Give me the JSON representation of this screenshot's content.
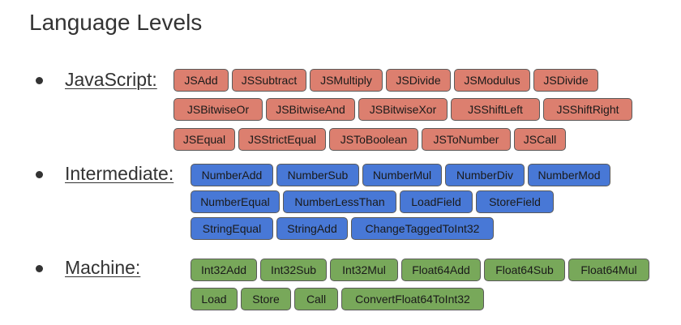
{
  "title": "Language Levels",
  "colors": {
    "javascript": "#dc7f6f",
    "intermediate": "#4878d6",
    "machine": "#78a85a"
  },
  "levels": {
    "javascript": {
      "label": "JavaScript:",
      "ops": [
        "JSAdd",
        "JSSubtract",
        "JSMultiply",
        "JSDivide",
        "JSModulus",
        "JSDivide",
        "JSBitwiseOr",
        "JSBitwiseAnd",
        "JSBitwiseXor",
        "JSShiftLeft",
        "JSShiftRight",
        "JSEqual",
        "JSStrictEqual",
        "JSToBoolean",
        "JSToNumber",
        "JSCall"
      ]
    },
    "intermediate": {
      "label": "Intermediate:",
      "ops": [
        "NumberAdd",
        "NumberSub",
        "NumberMul",
        "NumberDiv",
        "NumberMod",
        "NumberEqual",
        "NumberLessThan",
        "LoadField",
        "StoreField",
        "StringEqual",
        "StringAdd",
        "ChangeTaggedToInt32"
      ]
    },
    "machine": {
      "label": "Machine:",
      "ops": [
        "Int32Add",
        "Int32Sub",
        "Int32Mul",
        "Float64Add",
        "Float64Sub",
        "Float64Mul",
        "Load",
        "Store",
        "Call",
        "ConvertFloat64ToInt32"
      ]
    }
  }
}
